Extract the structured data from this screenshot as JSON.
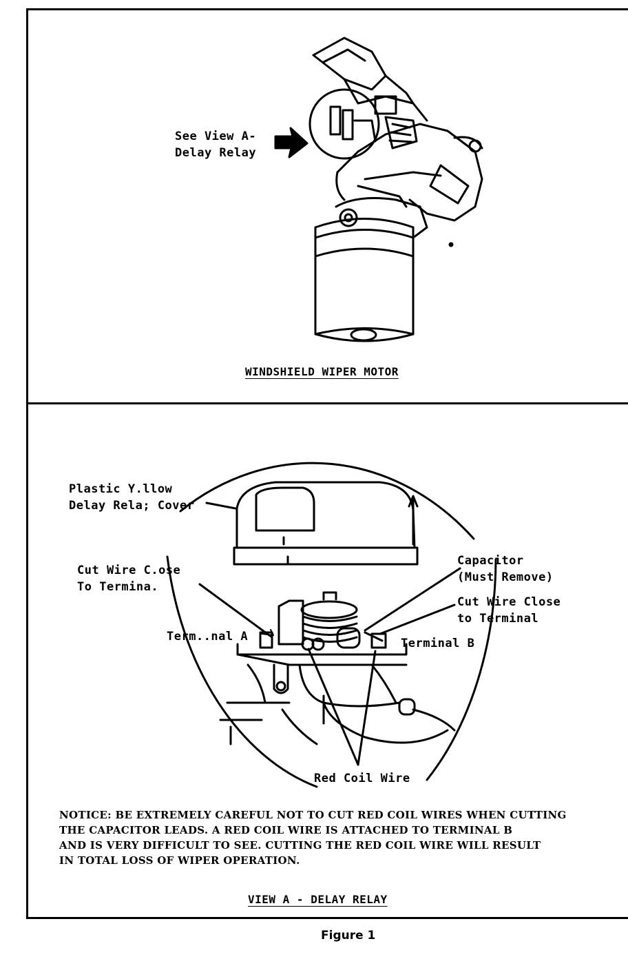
{
  "top_panel": {
    "callout": [
      "See View A-",
      "Delay Relay"
    ],
    "title": "WINDSHIELD WIPER MOTOR"
  },
  "bottom_panel": {
    "labels": {
      "cover": [
        "Plastic Y.llow",
        "Delay Rela; Cover"
      ],
      "cut_left": [
        "Cut Wire C.ose",
        "To Termina."
      ],
      "capacitor": [
        "Capacitor",
        "(Must Remove)"
      ],
      "cut_right": [
        "Cut Wire Close",
        "to Terminal"
      ],
      "terminal_a": "Term..nal A",
      "terminal_b": "Terminal B",
      "red_coil": "Red Coil Wire"
    },
    "notice": [
      "NOTICE: BE EXTREMELY CAREFUL NOT TO CUT RED COIL WIRES WHEN CUTTING",
      "THE CAPACITOR LEADS. A RED COIL WIRE IS ATTACHED TO TERMINAL B",
      "AND IS VERY DIFFICULT TO SEE. CUTTING THE RED COIL WIRE WILL RESULT",
      "IN TOTAL LOSS OF WIPER OPERATION."
    ],
    "title": "VIEW A - DELAY RELAY"
  },
  "caption": "Figure 1"
}
